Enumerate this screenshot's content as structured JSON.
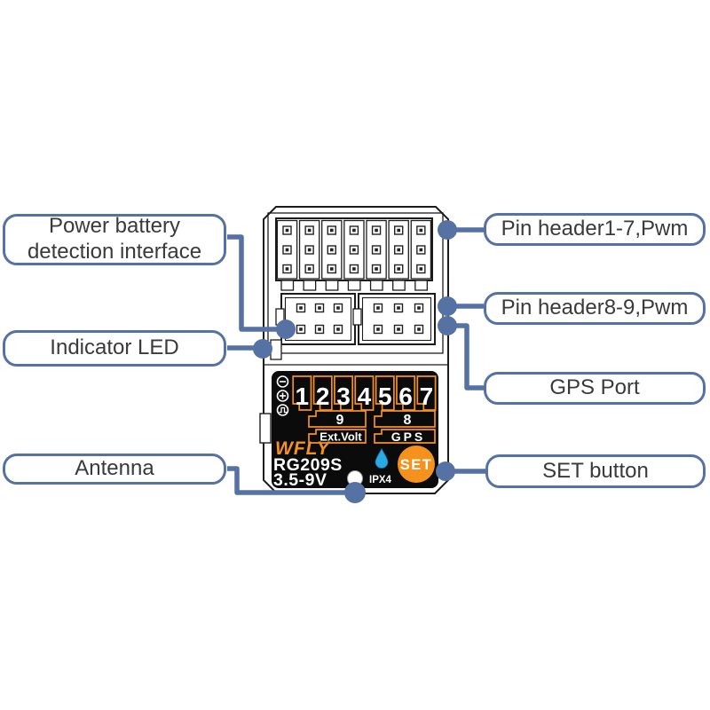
{
  "callouts": {
    "power_battery": {
      "label": "Power battery detection interface"
    },
    "indicator_led": {
      "label": "Indicator LED"
    },
    "antenna": {
      "label": "Antenna"
    },
    "pin_header_1_7": {
      "label": "Pin header1-7,Pwm"
    },
    "pin_header_8_9": {
      "label": "Pin header8-9,Pwm"
    },
    "gps_port": {
      "label": "GPS Port"
    },
    "set_button": {
      "label": "SET button"
    }
  },
  "device": {
    "brand": "WFLY",
    "model": "RG209S",
    "voltage_range": "3.5-9V",
    "waterproof_rating": "IPX4",
    "set_button_label": "SET",
    "channels": [
      "1",
      "2",
      "3",
      "4",
      "5",
      "6",
      "7"
    ],
    "port_9": "9",
    "port_8": "8",
    "port_9_function": "Ext.Volt",
    "port_8_function": "GPS",
    "colors": {
      "callout_blue": "#5671A3",
      "accent_orange": "#F5921E",
      "label_black": "#0B0B0B",
      "drop_cyan": "#29ABE2"
    }
  }
}
